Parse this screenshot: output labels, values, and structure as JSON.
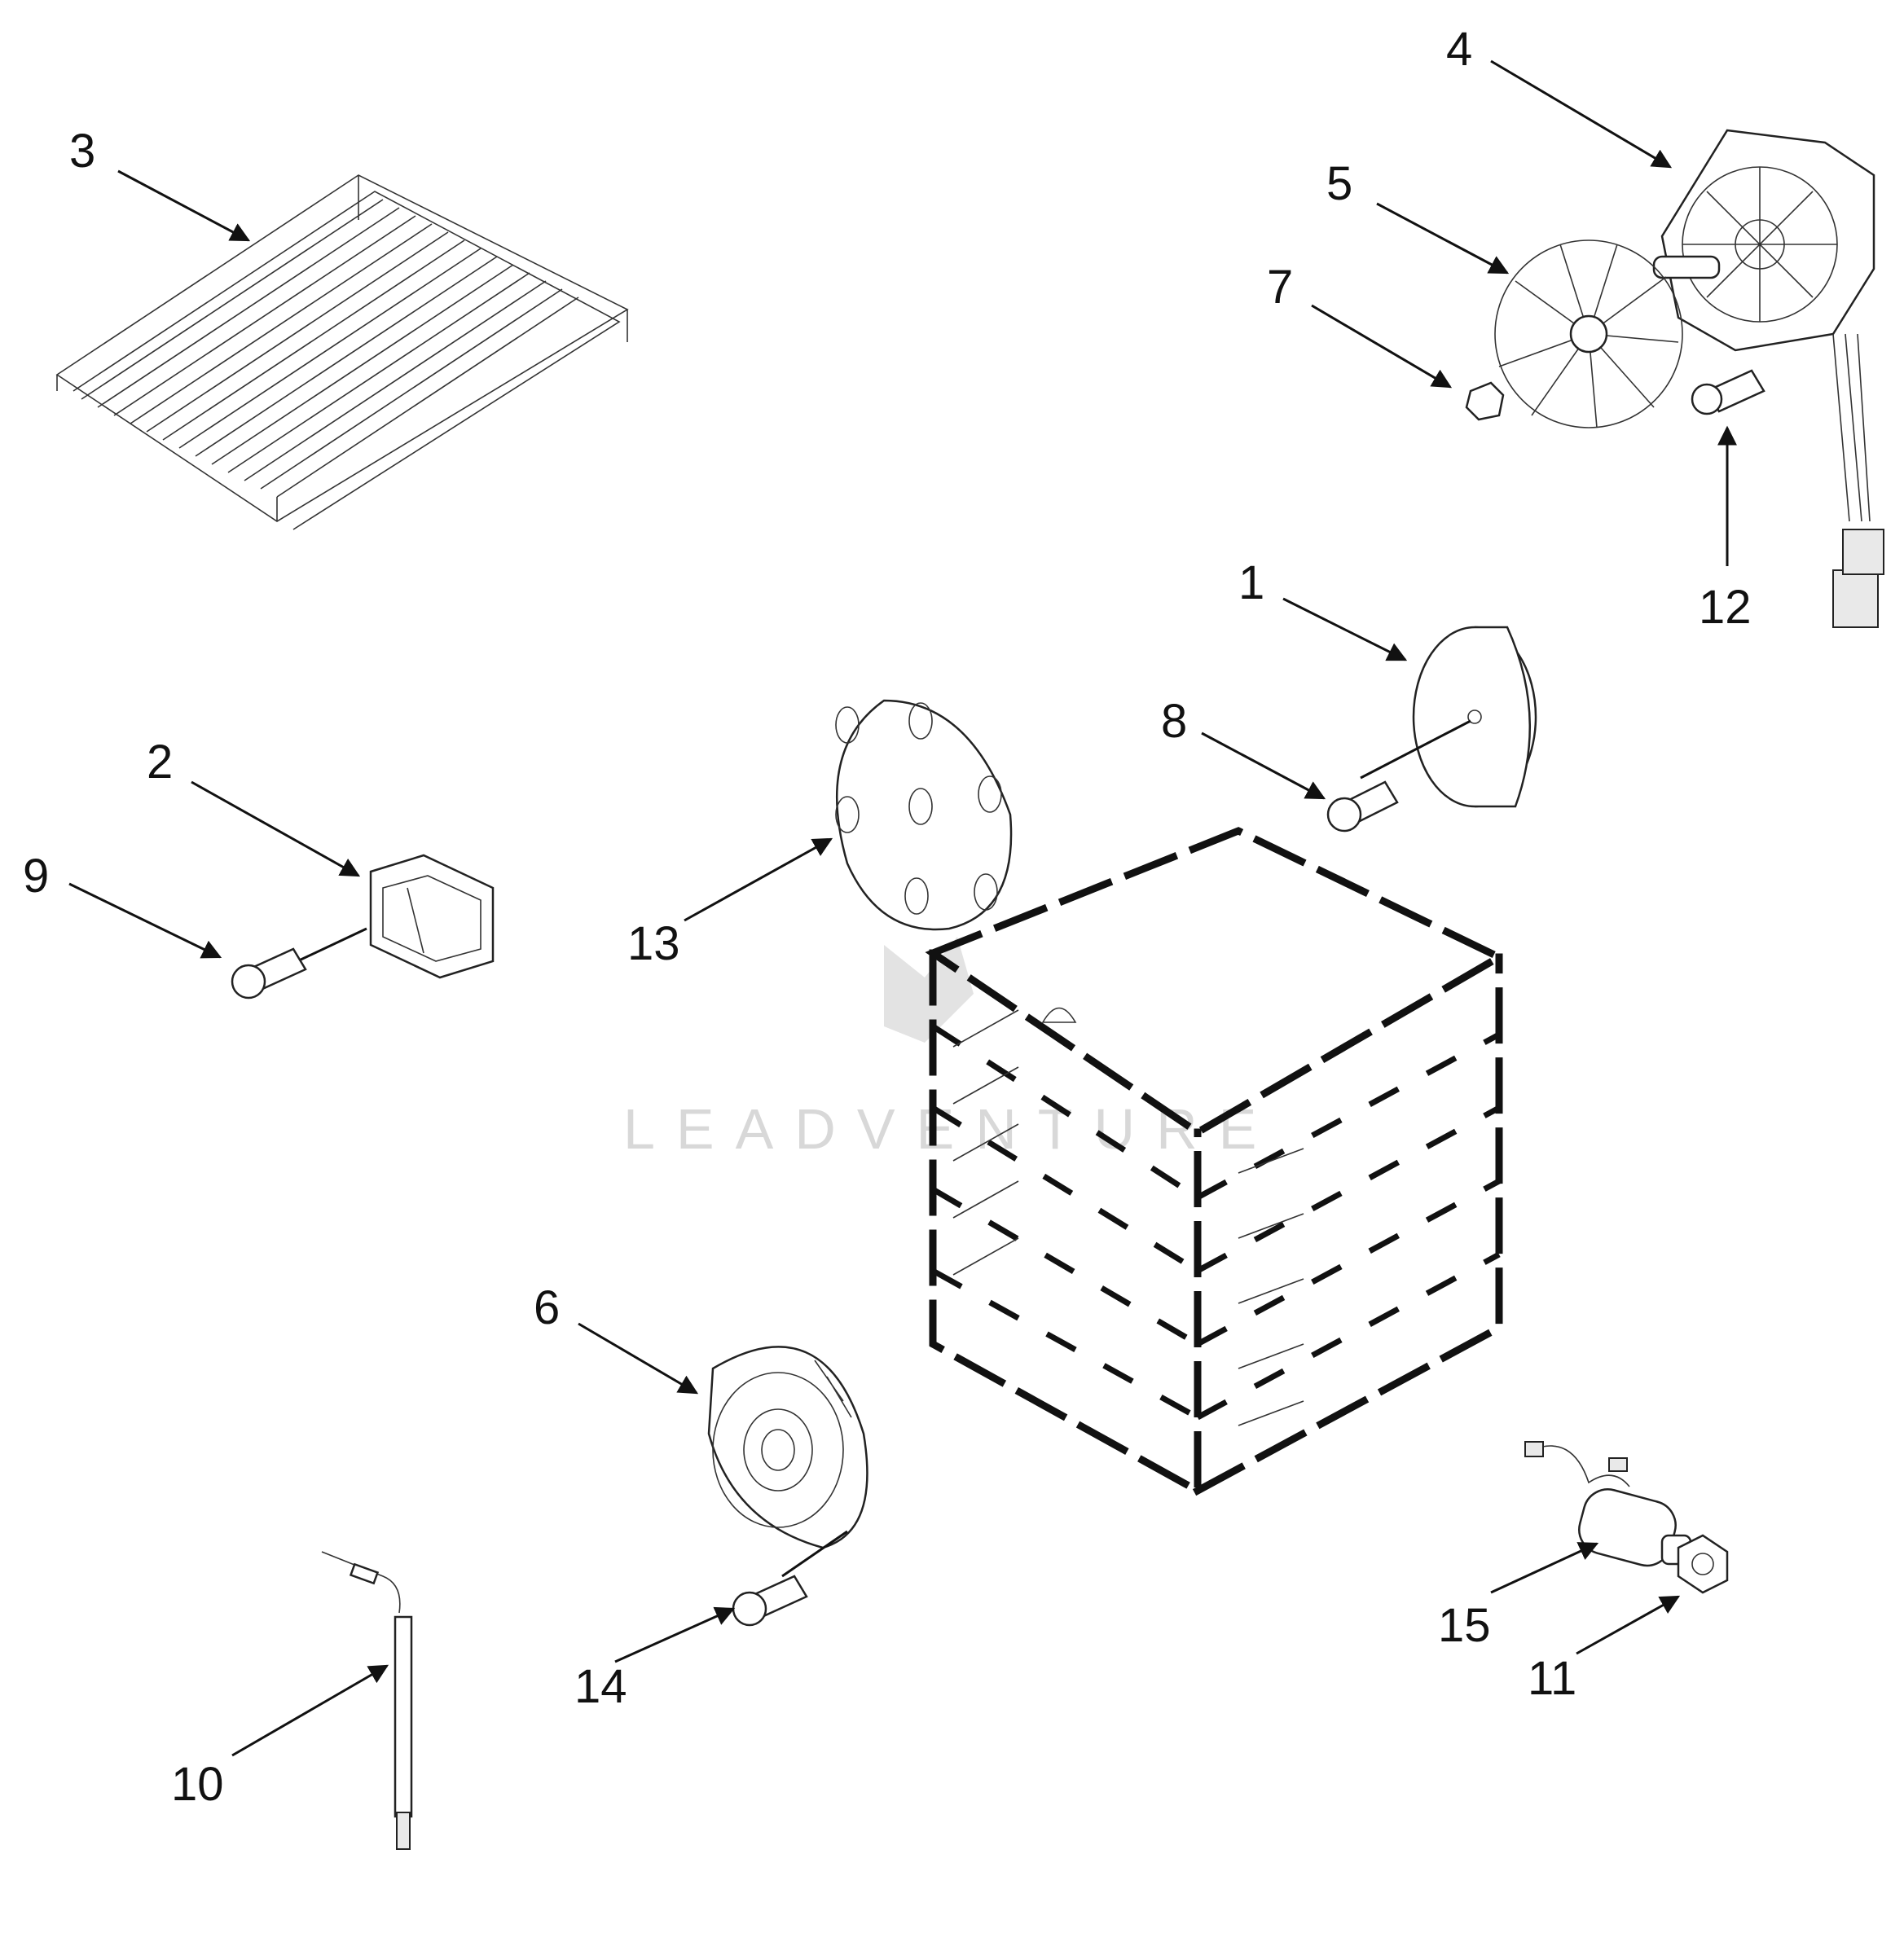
{
  "watermark": "LEADVENTURE",
  "parts": [
    {
      "id": "part-1",
      "label": "1"
    },
    {
      "id": "part-2",
      "label": "2"
    },
    {
      "id": "part-3",
      "label": "3"
    },
    {
      "id": "part-4",
      "label": "4"
    },
    {
      "id": "part-5",
      "label": "5"
    },
    {
      "id": "part-6",
      "label": "6"
    },
    {
      "id": "part-7",
      "label": "7"
    },
    {
      "id": "part-8",
      "label": "8"
    },
    {
      "id": "part-9",
      "label": "9"
    },
    {
      "id": "part-10",
      "label": "10"
    },
    {
      "id": "part-11",
      "label": "11"
    },
    {
      "id": "part-12",
      "label": "12"
    },
    {
      "id": "part-13",
      "label": "13"
    },
    {
      "id": "part-14",
      "label": "14"
    },
    {
      "id": "part-15",
      "label": "15"
    }
  ]
}
